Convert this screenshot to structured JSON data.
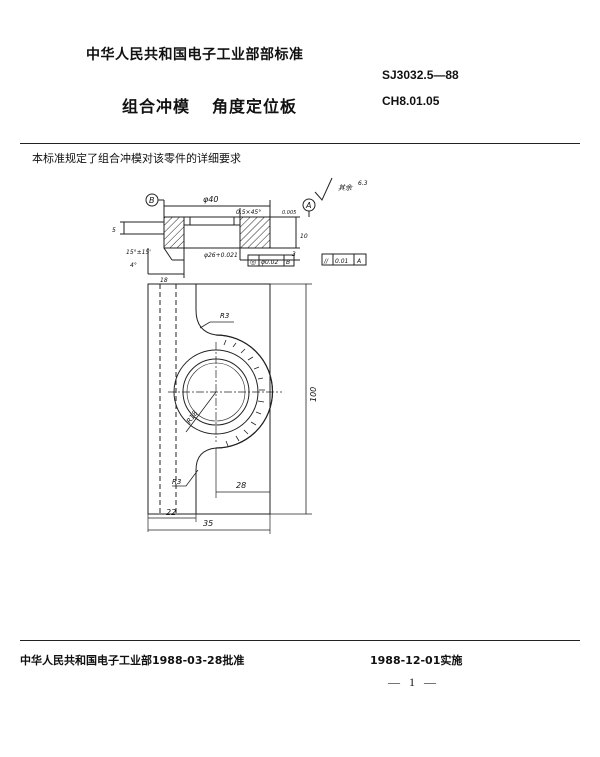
{
  "header": {
    "org_title": "中华人民共和国电子工业部部标准",
    "standard_code": "SJ3032.5—88",
    "doc_title_part1": "组合冲模",
    "doc_title_part2": "角度定位板",
    "sub_code": "CH8.01.05"
  },
  "intro_text": "本标准规定了组合冲模对该零件的详细要求",
  "drawing": {
    "datum_b": "B",
    "datum_a": "A",
    "dim_phi40": "φ40",
    "dim_chamfer": "0.5×45°",
    "dim_roughness": "其余",
    "dim_roughness_val": "6.3",
    "dim_phi26": "φ26+0.021",
    "dim_small_5": "5",
    "dim_small_10": "10",
    "dim_tol_0005": "0.005",
    "dim_angle_15": "15°±15'",
    "dim_angle_4": "4°",
    "dim_18": "18",
    "dim_3": "3",
    "flatness_symbol": "◎",
    "flatness_value": "φ0.02",
    "flatness_datum": "B",
    "parallel_symbol": "//",
    "parallel_value": "0.01",
    "parallel_datum": "A",
    "dim_r3_top": "R3",
    "dim_r3_bottom": "R3",
    "dim_r18": "R18",
    "dim_100": "100",
    "dim_28": "28",
    "dim_22": "22",
    "dim_35": "35"
  },
  "footer": {
    "approval": "中华人民共和国电子工业部1988-03-28批准",
    "effective": "1988-12-01实施",
    "page": "— 1 —"
  }
}
